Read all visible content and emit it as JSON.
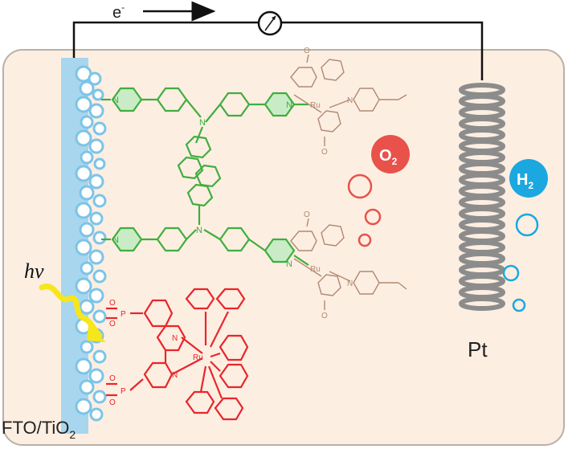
{
  "labels": {
    "electron": "e",
    "electron_sup": "-",
    "o2_main": "O",
    "o2_sub": "2",
    "h2_main": "H",
    "h2_sub": "2",
    "pt": "Pt",
    "hv": "hv",
    "electrode_main": "FTO/TiO",
    "electrode_sub": "2",
    "ru": "Ru",
    "n": "N",
    "p": "P",
    "o": "O"
  },
  "colors": {
    "cell_fill": "#fdeee2",
    "cell_border": "#b8b0a8",
    "electrode": "#a8d6ee",
    "tio2_bead": "#7cc4e8",
    "linker": "#3fae3f",
    "catalyst": "#b08a72",
    "sensitizer": "#e8262a",
    "o2": "#e8524a",
    "h2": "#1ba8e0",
    "pt_coil": "#8c8c8c",
    "light": "#f6e61c"
  },
  "icons": {
    "meter": "ammeter-icon",
    "arrow": "electron-flow-arrow"
  }
}
